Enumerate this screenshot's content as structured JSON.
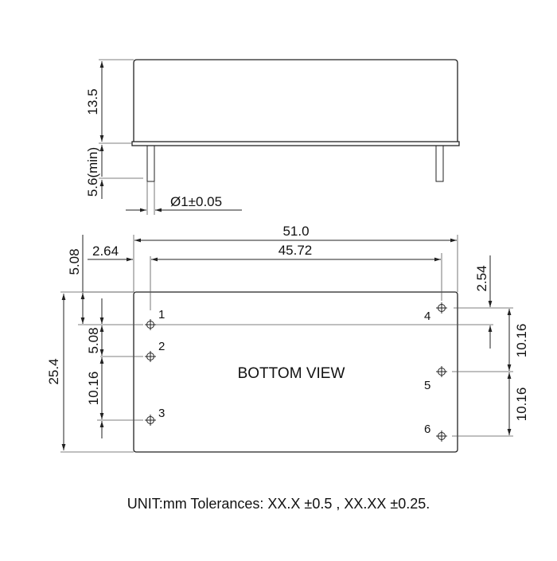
{
  "drawing": {
    "side_view": {
      "height_label": "13.5",
      "pin_length_label": "5.6(min)",
      "pin_diameter_label": "Ø1±0.05"
    },
    "bottom_view": {
      "title": "BOTTOM VIEW",
      "width_label": "51.0",
      "pin_span_label": "45.72",
      "left_offset_label": "2.64",
      "top_offset_label": "5.08",
      "height_label": "25.4",
      "pin1_to_pin2_label": "5.08",
      "pin2_to_pin3_label": "10.16",
      "right_offset_label": "2.54",
      "pin4_to_pin5_label": "10.16",
      "pin5_to_pin6_label": "10.16",
      "pins": [
        {
          "number": "1"
        },
        {
          "number": "2"
        },
        {
          "number": "3"
        },
        {
          "number": "4"
        },
        {
          "number": "5"
        },
        {
          "number": "6"
        }
      ]
    },
    "footer_note": "UNIT:mm Tolerances: XX.X ±0.5 , XX.XX ±0.25."
  }
}
